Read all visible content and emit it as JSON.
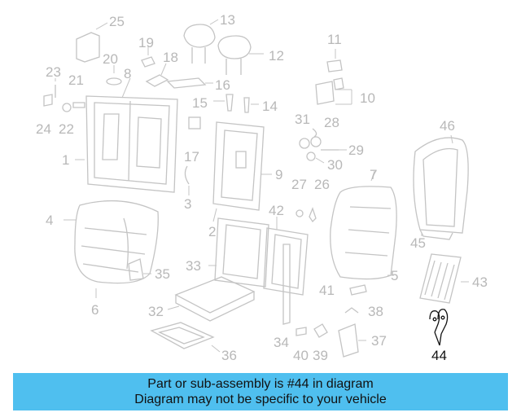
{
  "callouts": [
    "1",
    "2",
    "3",
    "4",
    "5",
    "6",
    "7",
    "8",
    "9",
    "10",
    "11",
    "12",
    "13",
    "14",
    "15",
    "16",
    "17",
    "18",
    "19",
    "20",
    "21",
    "22",
    "23",
    "24",
    "25",
    "26",
    "27",
    "28",
    "29",
    "30",
    "31",
    "32",
    "33",
    "34",
    "35",
    "36",
    "37",
    "38",
    "39",
    "40",
    "41",
    "42",
    "43",
    "44",
    "45",
    "46"
  ],
  "highlighted_part": "44",
  "banner": {
    "line1": "Part or sub-assembly is #44 in diagram",
    "line2": "Diagram may not be specific to your vehicle"
  },
  "colors": {
    "banner_bg": "#4fbfef",
    "part_lines": "#c4c4c4",
    "highlight": "#111111"
  }
}
